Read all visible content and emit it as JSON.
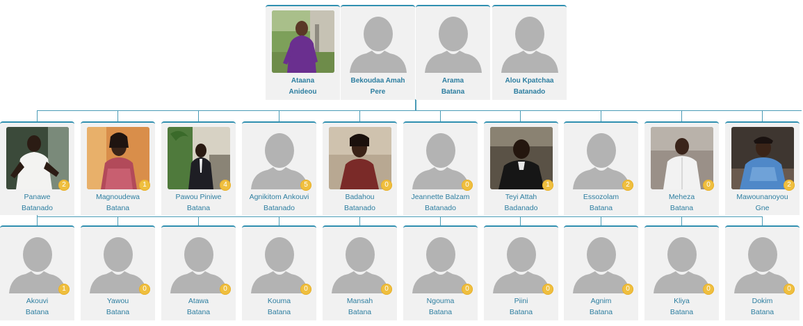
{
  "colors": {
    "connector": "#4a9bb6",
    "card_bg": "#f1f1f1",
    "card_border": "#2f8fb0",
    "name_text": "#2d7ea0",
    "badge": "#efbf3f"
  },
  "parents": [
    {
      "first": "Ataana",
      "last": "Anideou",
      "photo": "photo-woman-purple"
    },
    {
      "first": "Bekoudaa Amah",
      "last": "Pere",
      "photo": "placeholder-silhouette"
    },
    {
      "first": "Arama",
      "last": "Batana",
      "photo": "placeholder-silhouette"
    },
    {
      "first": "Alou Kpatchaa",
      "last": "Batanado",
      "photo": "placeholder-silhouette"
    }
  ],
  "children": [
    {
      "first": "Panawe",
      "last": "Batanado",
      "count": "2",
      "photo": "photo-man-white"
    },
    {
      "first": "Magnoudewa",
      "last": "Batana",
      "count": "1",
      "photo": "photo-woman-dress"
    },
    {
      "first": "Pawou Piniwe",
      "last": "Batana",
      "count": "4",
      "photo": "photo-man-suit"
    },
    {
      "first": "Agnikitom Ankouvi",
      "last": "Batanado",
      "count": "5",
      "photo": "placeholder-silhouette"
    },
    {
      "first": "Badahou",
      "last": "Batanado",
      "count": "0",
      "photo": "photo-woman-brown"
    },
    {
      "first": "Jeannette Balzam",
      "last": "Batanado",
      "count": "0",
      "photo": "placeholder-silhouette"
    },
    {
      "first": "Teyi Attah",
      "last": "Badanado",
      "count": "1",
      "photo": "photo-man-dark"
    },
    {
      "first": "Essozolam",
      "last": "Batana",
      "count": "2",
      "photo": "placeholder-silhouette"
    },
    {
      "first": "Meheza",
      "last": "Batana",
      "count": "0",
      "photo": "photo-man-shirt"
    },
    {
      "first": "Mawounanoyou",
      "last": "Gne",
      "count": "2",
      "photo": "photo-woman-blue"
    }
  ],
  "grandchildren": [
    {
      "first": "Akouvi",
      "last": "Batana",
      "count": "1"
    },
    {
      "first": "Yawou",
      "last": "Batana",
      "count": "0"
    },
    {
      "first": "Atawa",
      "last": "Batana",
      "count": "0"
    },
    {
      "first": "Kouma",
      "last": "Batana",
      "count": "0"
    },
    {
      "first": "Mansah",
      "last": "Batana",
      "count": "0"
    },
    {
      "first": "Ngouma",
      "last": "Batana",
      "count": "0"
    },
    {
      "first": "Piini",
      "last": "Batana",
      "count": "0"
    },
    {
      "first": "Agnim",
      "last": "Batana",
      "count": "0"
    },
    {
      "first": "Kliya",
      "last": "Batana",
      "count": "0"
    },
    {
      "first": "Dokim",
      "last": "Batana",
      "count": "0"
    }
  ]
}
